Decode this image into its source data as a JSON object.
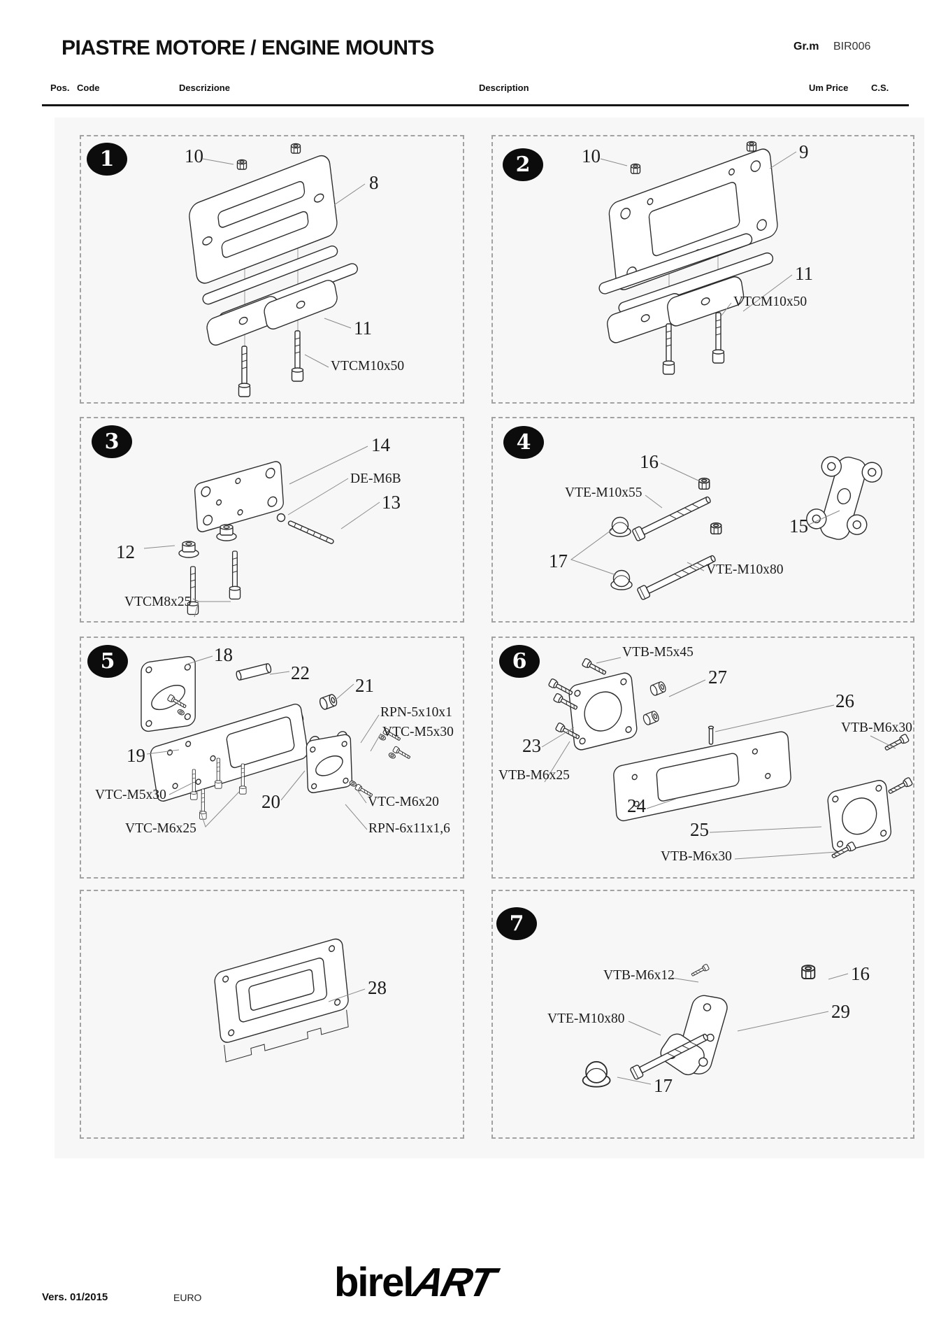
{
  "header": {
    "title": "PIASTRE MOTORE / ENGINE MOUNTS",
    "group_label": "Gr.m",
    "group_code": "BIR006",
    "columns": {
      "pos": "Pos.",
      "code": "Code",
      "descrizione": "Descrizione",
      "description": "Description",
      "um_price": "Um Price",
      "cs": "C.S."
    }
  },
  "panels": [
    {
      "number": "1",
      "labels": [
        "10",
        "8",
        "11",
        "VTCM10x50"
      ]
    },
    {
      "number": "2",
      "labels": [
        "10",
        "9",
        "11",
        "VTCM10x50"
      ]
    },
    {
      "number": "3",
      "labels": [
        "14",
        "DE-M6B",
        "13",
        "12",
        "VTCM8x25"
      ]
    },
    {
      "number": "4",
      "labels": [
        "16",
        "VTE-M10x55",
        "17",
        "VTE-M10x80",
        "15"
      ]
    },
    {
      "number": "5",
      "labels": [
        "18",
        "22",
        "21",
        "RPN-5x10x1",
        "VTC-M5x30",
        "19",
        "VTC-M5x30",
        "20",
        "VTC-M6x25",
        "VTC-M6x20",
        "RPN-6x11x1,6"
      ]
    },
    {
      "number": "6",
      "labels": [
        "VTB-M5x45",
        "27",
        "26",
        "VTB-M6x30",
        "23",
        "VTB-M6x25",
        "24",
        "25",
        "VTB-M6x30"
      ]
    },
    {
      "number": "7",
      "labels": [
        "VTB-M6x12",
        "16",
        "VTE-M10x80",
        "29",
        "17"
      ]
    },
    {
      "number": "",
      "labels": [
        "28"
      ]
    }
  ],
  "footer": {
    "version_label": "Vers.",
    "version_value": "01/2015",
    "currency": "EURO",
    "logo_part1": "birel",
    "logo_part2": "ART"
  }
}
